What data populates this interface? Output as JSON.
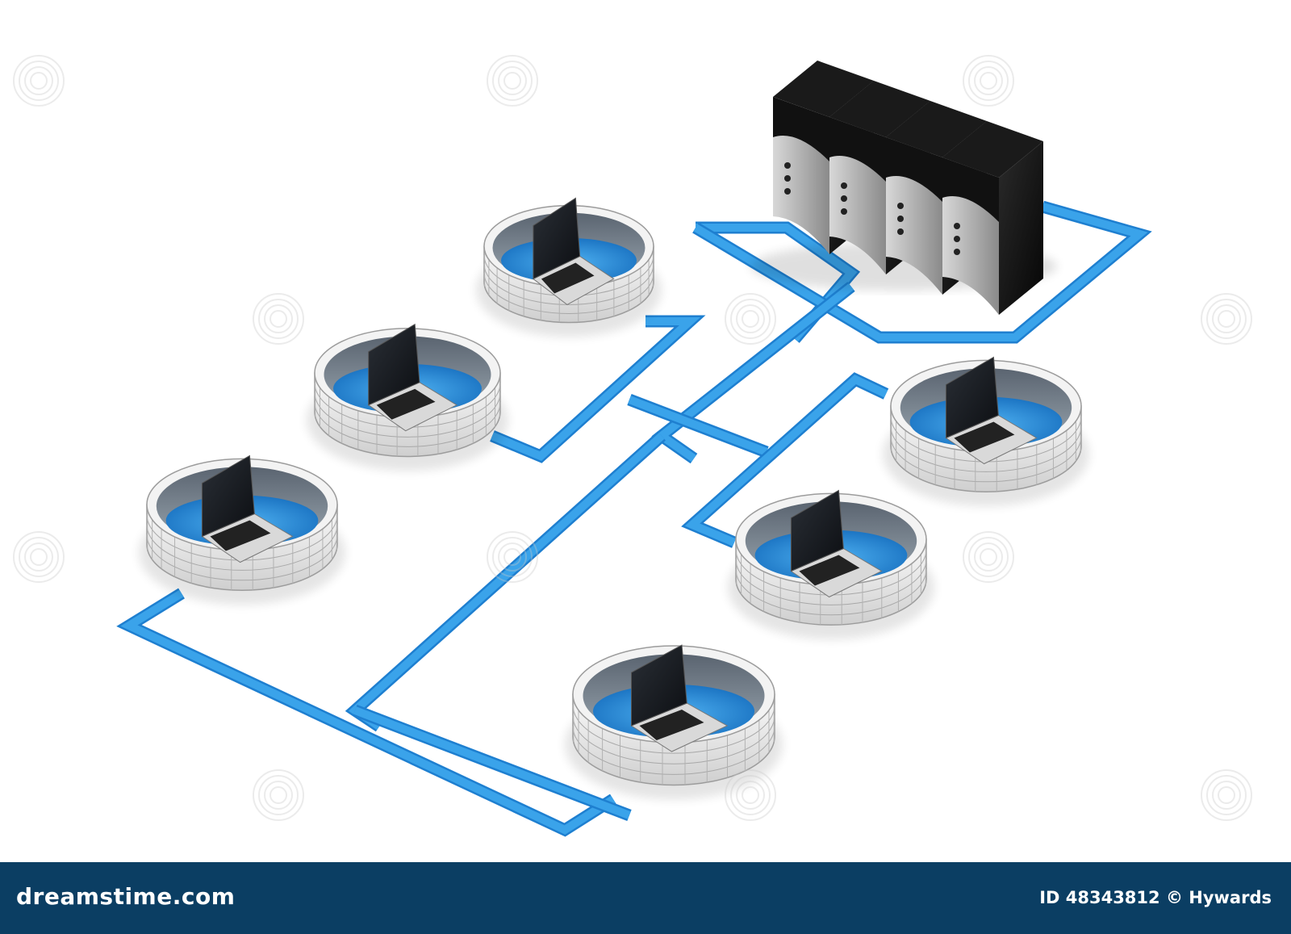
{
  "footer": {
    "logo_text": "dreamstime.com",
    "image_id": "ID 48343812",
    "author": "© Hywards"
  },
  "scene": {
    "colors": {
      "cable": "#3aa3ea",
      "cable_edge": "#1e7fd0",
      "wall": "#ececec",
      "wall_edge": "#9c9c9c",
      "pool": "#1f86d8",
      "server_body": "#141414",
      "server_side": "#a8a8a8",
      "footer_bg": "#0b3e63"
    },
    "icons": [
      "server-rack-icon",
      "laptop-icon",
      "firewall-wall-icon",
      "watermark-icon"
    ],
    "laptop_count": 6,
    "server_count": 4
  }
}
